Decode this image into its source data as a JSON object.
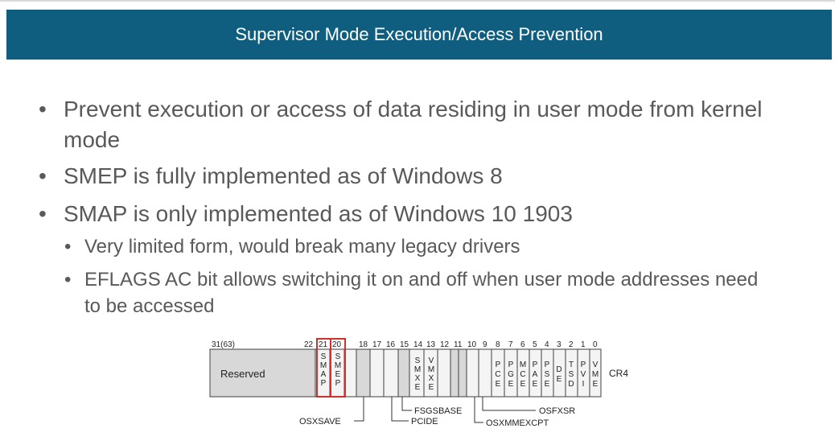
{
  "slide": {
    "title": "Supervisor Mode Execution/Access Prevention",
    "bullets": [
      "Prevent execution or access of data residing in user mode from kernel mode",
      "SMEP is fully implemented as of Windows 8",
      "SMAP is only implemented as of Windows 10 1903"
    ],
    "sub_bullets": [
      "Very limited form, would break many legacy drivers",
      "EFLAGS AC bit allows switching it on and off when user mode addresses need to be accessed"
    ],
    "bullet_glyph": "•"
  },
  "register": {
    "name": "CR4",
    "reserved_label": "Reserved",
    "bit_numbers": [
      "31(63)",
      "22",
      "21",
      "20",
      "18",
      "17",
      "16",
      "15",
      "14",
      "13",
      "12",
      "11",
      "10",
      "9",
      "8",
      "7",
      "6",
      "5",
      "4",
      "3",
      "2",
      "1",
      "0"
    ],
    "vertical_labels": [
      "SMAP",
      "SMEP",
      "SMXE",
      "VMXE",
      "PCE",
      "PGE",
      "MCE",
      "PAE",
      "PSE",
      "DE",
      "TSD",
      "PVI",
      "VME"
    ],
    "callouts": [
      "OSXSAVE",
      "PCIDE",
      "FSGSBASE",
      "OSXMMEXCPT",
      "OSFXSR"
    ],
    "highlight_color": "#d0312d",
    "header_color": "#0f5e7f"
  }
}
